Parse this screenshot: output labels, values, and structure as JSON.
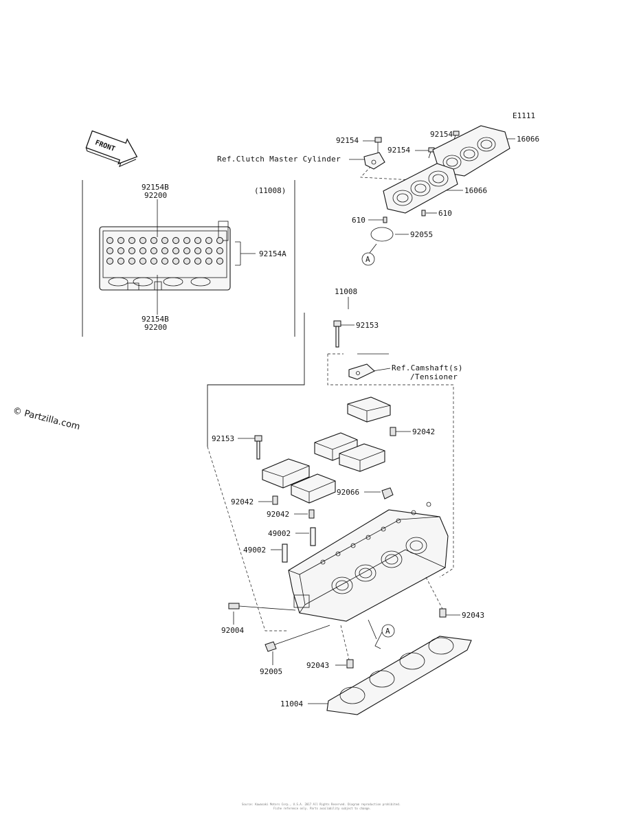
{
  "diagram_code": "E1111",
  "front_arrow_label": "FRONT",
  "watermark": "© Partzilla.com",
  "inset": {
    "ref_code": "(11008)",
    "top_label_1": "92154B",
    "top_label_2": "92200",
    "right_label": "92154A",
    "bottom_label_1": "92154B",
    "bottom_label_2": "92200"
  },
  "refs": {
    "clutch_master_cylinder": "Ref.Clutch Master Cylinder",
    "camshaft_line_1": "Ref.Camshaft(s)",
    "camshaft_line_2": "/Tensioner"
  },
  "callouts": {
    "c92154_a": "92154",
    "c92154_b": "92154",
    "c92154_c": "92154",
    "c16066_a": "16066",
    "c16066_b": "16066",
    "c610_a": "610",
    "c610_b": "610",
    "c92055": "92055",
    "circle_a_top": "A",
    "c11008": "11008",
    "c92153_a": "92153",
    "c92042_a": "92042",
    "c92153_b": "92153",
    "c92042_b": "92042",
    "c92042_c": "92042",
    "c92066": "92066",
    "c49002_a": "49002",
    "c49002_b": "49002",
    "c92043_a": "92043",
    "c92004": "92004",
    "circle_a_bottom": "A",
    "c92005": "92005",
    "c92043_b": "92043",
    "c11004": "11004"
  },
  "footer_lines": [
    "Source: Kawasaki Motors Corp., U.S.A. 2017 All Rights Reserved. Diagram reproduction prohibited.",
    "Fiche reference only. Parts availability subject to change."
  ]
}
